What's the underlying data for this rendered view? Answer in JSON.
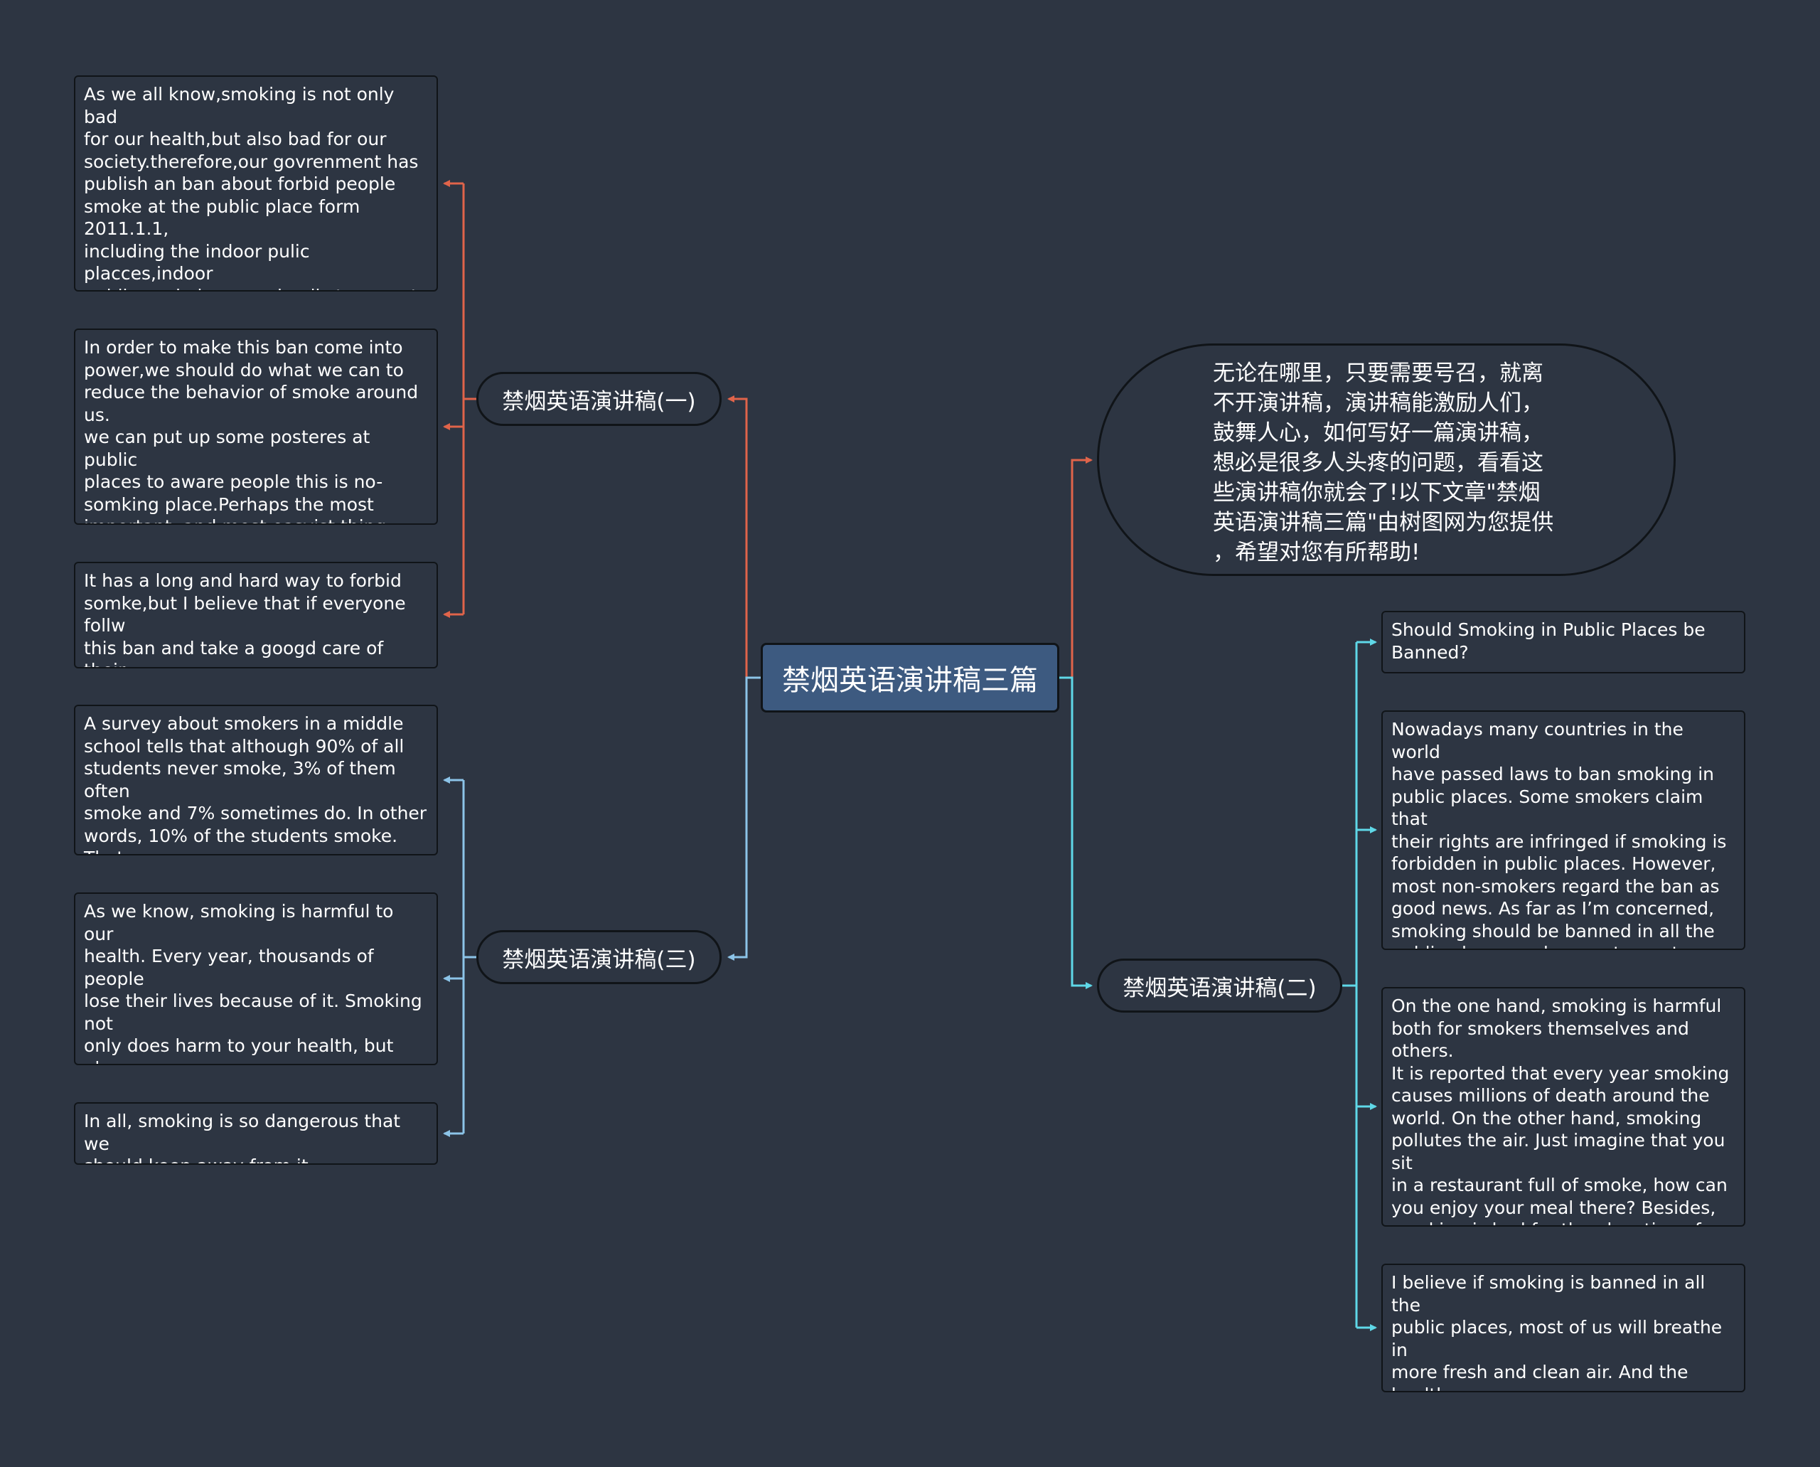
{
  "central": {
    "title": "禁烟英语演讲稿三篇"
  },
  "intro": {
    "text": "无论在哪里，只要需要号召，就离\n不开演讲稿，演讲稿能激励人们，\n鼓舞人心，如何写好一篇演讲稿，\n想必是很多人头疼的问题，看看这\n些演讲稿你就会了!以下文章\"禁烟\n英语演讲稿三篇\"由树图网为您提供\n，希望对您有所帮助!"
  },
  "branches": {
    "speech1": {
      "label": "禁烟英语演讲稿(一)"
    },
    "speech2": {
      "label": "禁烟英语演讲稿(二)"
    },
    "speech3": {
      "label": "禁烟英语演讲稿(三)"
    }
  },
  "speech1_items": [
    "As we all know,smoking is not only bad\nfor our health,but also bad for our\nsociety.therefore,our govrenment has\npublish an ban about forbid people\nsmoke at the public place form 2011.1.1,\nincluding the indoor pulic placces,indoor\npublic workplaces and pulic transport\nmeans.this ban will first come into power\nin the medical system.",
    "In order to make this ban come into\npower,we should do what we can to\nreduce the behavior of smoke around us.\nwe can put up some posteres at public\nplaces to aware people this is no-\nsomking place.Perhaps the most\nimportant ,and most easyist thing that\nwe can do is we won't be a smoker.",
    "It has a long and hard way to forbid\nsomke,but I believe that if everyone follw\nthis ban and take a googd care of their\nbehavior,we will have a clear sky soon."
  ],
  "speech3_items": [
    "A survey about smokers in a middle\nschool tells that although 90% of all\nstudents never smoke, 3% of them often\nsmoke and 7% sometimes do. In other\nwords, 10% of the students smoke. That\n’s terrible.",
    "As we know, smoking is harmful to our\nhealth. Every year, thousands of people\nlose their lives because of it. Smoking not\n only does harm to your health, but also\nwastes money. Because, a fire may be\ncaused by cigarette ends. It’s a pity to\nlearn that one ends in death by smoking.",
    "In all, smoking is so dangerous that we\nshould keep away from it."
  ],
  "speech2_items": [
    "Should Smoking in Public Places be\nBanned?",
    "Nowadays many countries in the world\nhave passed laws to ban smoking in\npublic places. Some smokers claim that\ntheir rights are infringed if smoking is\nforbidden in public places. However,\nmost non-smokers regard the ban as\ngood news. As far as I’m concerned,\nsmoking should be banned in all the\npublic places such as restaurants,\ntheaters and public squares.",
    "On the one hand, smoking is harmful\nboth for smokers themselves and others.\nIt is reported that every year smoking\ncauses millions of death around the\nworld. On the other hand, smoking\npollutes the air. Just imagine that you sit\nin a restaurant full of smoke, how can\nyou enjoy your meal there? Besides,\nsmoking is bad for the elevation of a\ncountry’s image in the world.",
    "I believe if smoking is banned in all the\npublic places, most of us will breathe in\nmore fresh and clean air. And the health\ncondition of all the people will be greatly\nimproved."
  ],
  "colors": {
    "background": "#2d3542",
    "central_fill": "#3d5a80",
    "connector_orange": "#e0644a",
    "connector_blue": "#8cc4e8",
    "connector_cyan": "#5fd8e8"
  }
}
